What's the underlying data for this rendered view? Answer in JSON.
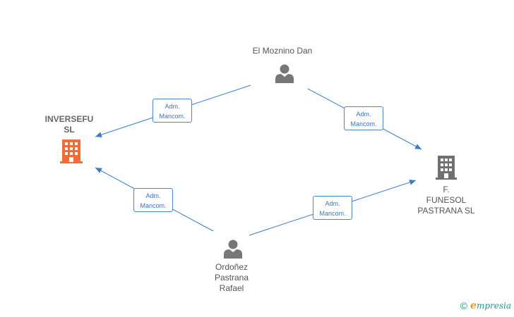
{
  "nodes": {
    "inversefu": {
      "label": "INVERSEFU\nSL",
      "type": "company",
      "color": "#f26c3a"
    },
    "funesol": {
      "label": "F.\nFUNESOL\nPASTRANA  SL",
      "type": "company",
      "color": "#707070"
    },
    "moznino": {
      "label": "El Moznino Dan",
      "type": "person",
      "color": "#777777"
    },
    "ordonez": {
      "label": "Ordoñez\nPastrana\nRafael",
      "type": "person",
      "color": "#777777"
    }
  },
  "edges": [
    {
      "from": "moznino",
      "to": "inversefu",
      "label": "Adm.\nMancom."
    },
    {
      "from": "moznino",
      "to": "funesol",
      "label": "Adm.\nMancom."
    },
    {
      "from": "ordonez",
      "to": "inversefu",
      "label": "Adm.\nMancom."
    },
    {
      "from": "ordonez",
      "to": "funesol",
      "label": "Adm.\nMancom."
    }
  ],
  "watermark": {
    "copyright": "©",
    "brand_initial": "e",
    "brand_rest": "mpresia"
  },
  "colors": {
    "edge": "#3a7cc8"
  }
}
